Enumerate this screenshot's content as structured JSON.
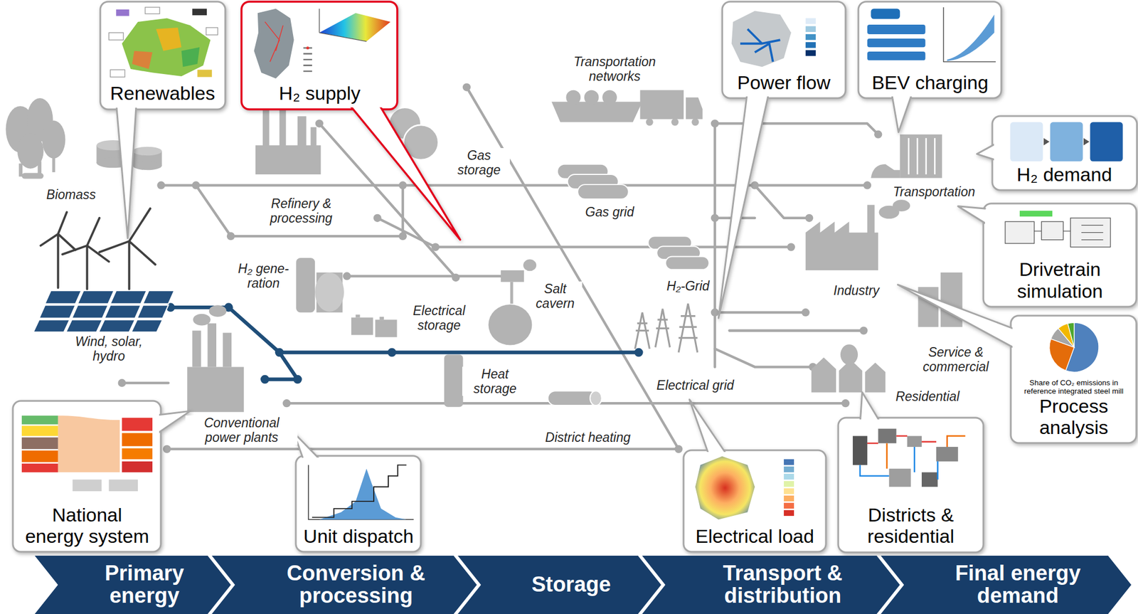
{
  "diagram": {
    "nodes": [
      {
        "text": [
          "Renewables"
        ]
      },
      {
        "text": [
          "H₂ supply"
        ]
      },
      {
        "text": [
          "Power flow"
        ]
      },
      {
        "text": [
          "BEV charging"
        ]
      },
      {
        "text": [
          "H₂ demand"
        ]
      },
      {
        "text": [
          "Drivetrain simulation"
        ]
      },
      {
        "text": [
          "Share of CO₂ emissions in reference integrated steel mill",
          "Process analysis"
        ]
      },
      {
        "text": [
          "National energy system"
        ]
      },
      {
        "text": [
          "Unit dispatch"
        ]
      },
      {
        "text": [
          "Electrical load"
        ]
      },
      {
        "text": [
          "Districts & residential"
        ]
      },
      {
        "text": [
          "Primary energy"
        ]
      },
      {
        "text": [
          "Conversion & processing"
        ]
      },
      {
        "text": [
          "Storage"
        ]
      },
      {
        "text": [
          "Transport & distribution"
        ]
      },
      {
        "text": [
          "Final energy demand"
        ]
      }
    ],
    "labels": [
      "Biomass",
      "Wind, solar, hydro",
      "Refinery & processing",
      "H₂ gene- ration",
      "Conventional power plants",
      "Transportation networks",
      "Gas storage",
      "Electrical storage",
      "Salt cavern",
      "Heat storage",
      "Gas grid",
      "H₂-Grid",
      "District heating",
      "Electrical grid",
      "Transportation",
      "Industry",
      "Service & commercial",
      "Residential"
    ]
  }
}
